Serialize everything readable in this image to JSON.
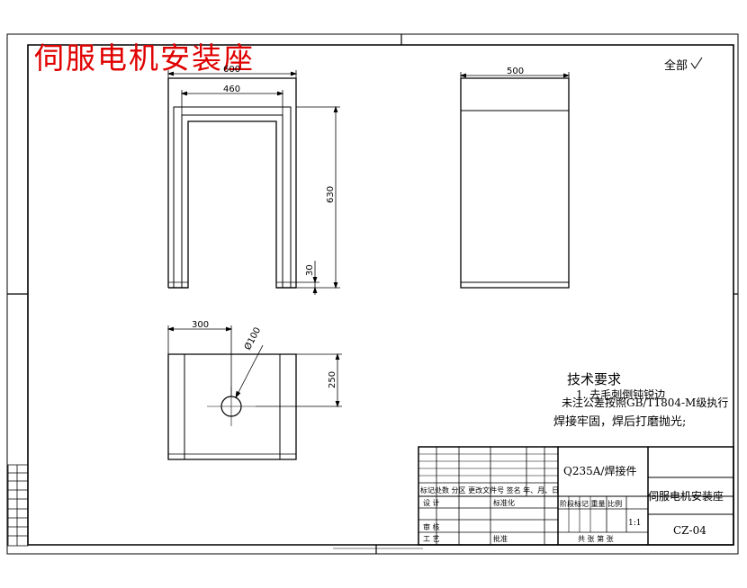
{
  "header_title": "伺服电机安装座",
  "roughness_note": "全部",
  "dims": {
    "front_width_outer": "600",
    "front_width_inner": "460",
    "front_height": "630",
    "front_thickness": "30",
    "side_width": "500",
    "bottom_width": "300",
    "bottom_depth": "250",
    "hole_dia": "Ø100"
  },
  "tech_requirements": {
    "heading": "技术要求",
    "lines": [
      "1. 去毛刺倒钝锐边",
      "未注公差按照GB/T1804-M级执行",
      "焊接牢固，焊后打磨抛光;"
    ]
  },
  "title_block": {
    "material": "Q235A/焊接件",
    "part_name": "伺服电机安装座",
    "drawing_no": "CZ-04",
    "scale": "1:1",
    "row_labels": {
      "revision": "标记处数  分区  更改文件号  签名  年、月、日",
      "design": "设  计",
      "standardization": "标准化",
      "stage": "阶段标记  重量  比例",
      "review": "审  核",
      "process": "工  艺",
      "approve": "批准",
      "sheets": "共    张    第    张"
    }
  }
}
